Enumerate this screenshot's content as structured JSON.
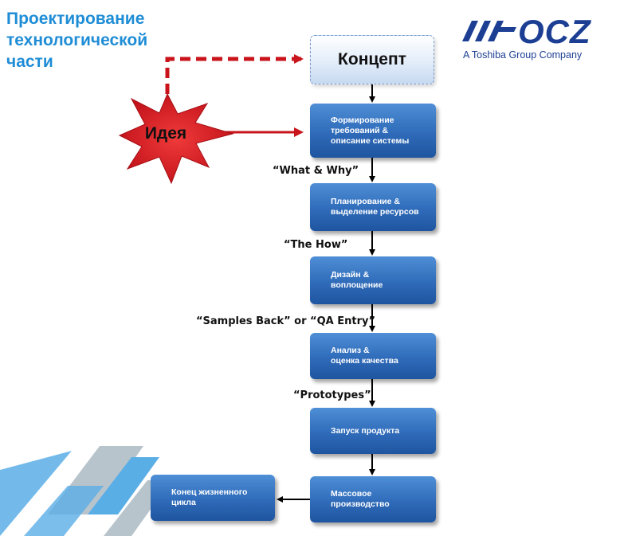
{
  "title_lines": [
    "Проектирование",
    "технологической",
    "части"
  ],
  "logo": {
    "word": "OCZ",
    "tagline": "A Toshiba Group Company",
    "color": "#1c3f94",
    "slash_color": "#1c3f94"
  },
  "concept": {
    "label": "Концепт"
  },
  "idea": {
    "label": "Идея",
    "color": "#d9141b"
  },
  "steps": [
    {
      "lines": [
        "Формирование",
        "требований &",
        "описание системы"
      ]
    },
    {
      "lines": [
        "Планирование &",
        "выделение ресурсов"
      ]
    },
    {
      "lines": [
        "Дизайн &",
        "воплощение"
      ]
    },
    {
      "lines": [
        "Анализ &",
        "оценка качества"
      ]
    },
    {
      "lines": [
        "Запуск продукта"
      ]
    },
    {
      "lines": [
        "Массовое",
        "производство"
      ]
    }
  ],
  "end_of_life": {
    "lines": [
      "Конец жизненного",
      "цикла"
    ]
  },
  "phase_labels": [
    "“What & Why”",
    "“The How”",
    "“Samples Back” or “QA Entry”",
    "“Prototypes”"
  ],
  "colors": {
    "title": "#1f8dd6",
    "box_top": "#4f8fd6",
    "box_bottom": "#1f55a0",
    "dashed_arrow": "#c8141a",
    "stripe_blue": "#5aaee6",
    "stripe_grey": "#b8c4cc"
  }
}
